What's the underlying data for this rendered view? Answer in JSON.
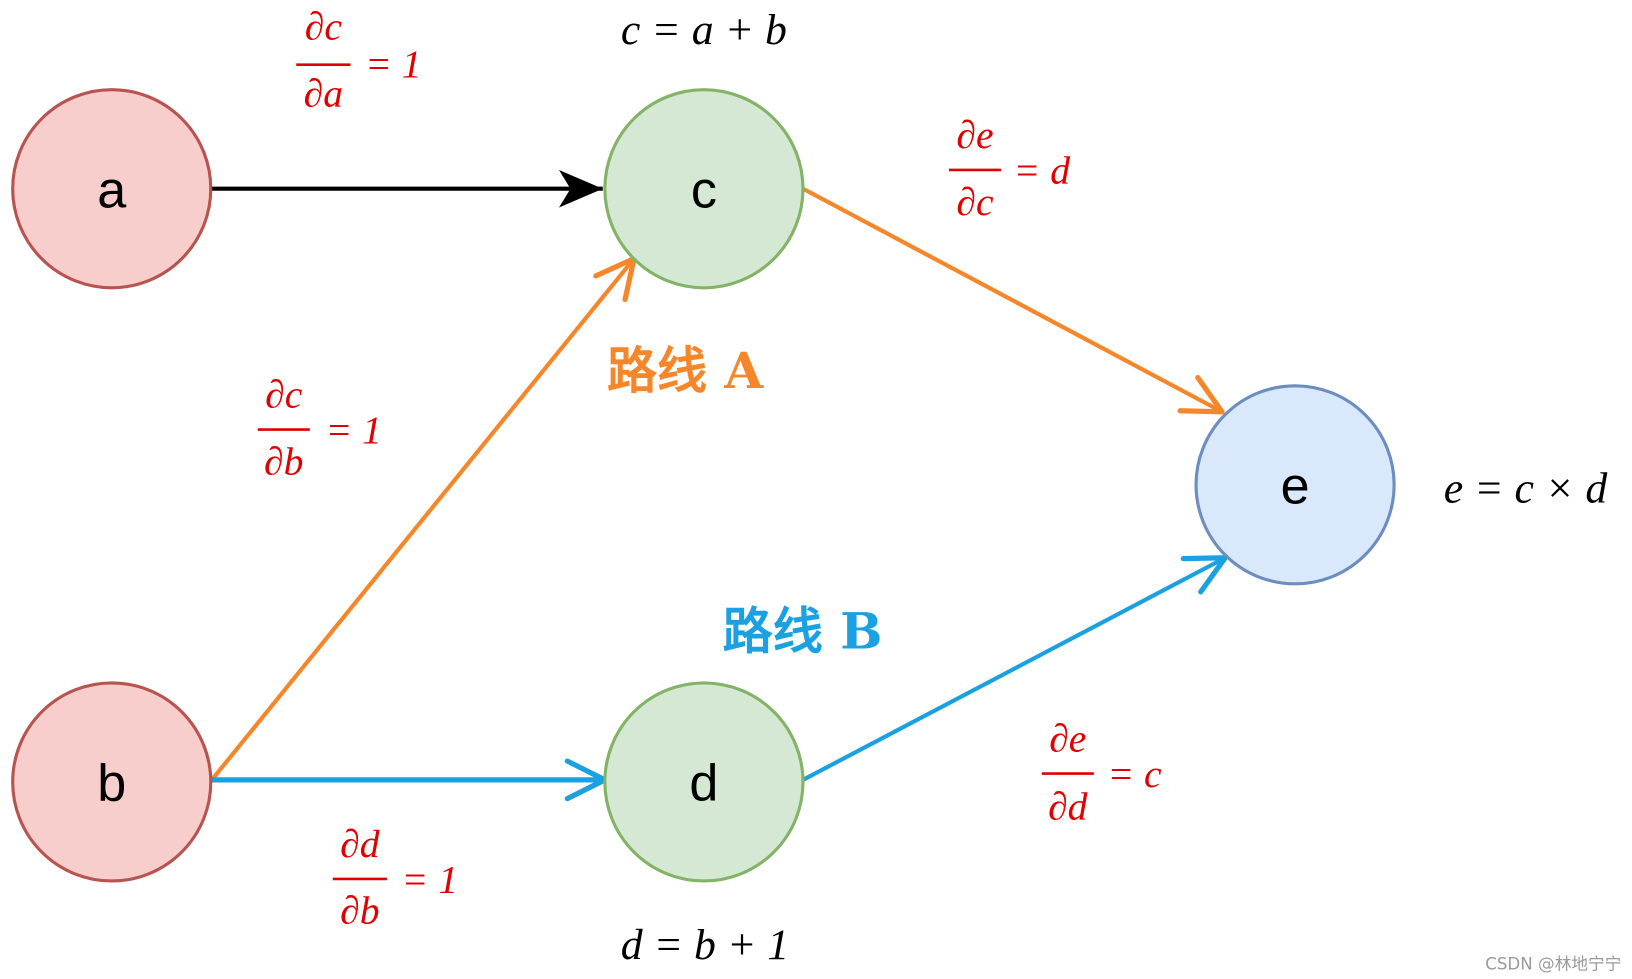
{
  "nodes": {
    "a": {
      "label": "a"
    },
    "b": {
      "label": "b"
    },
    "c": {
      "label": "c"
    },
    "d": {
      "label": "d"
    },
    "e": {
      "label": "e"
    }
  },
  "colors": {
    "input_fill": "#f8cecc",
    "input_stroke": "#b85450",
    "intermediate_fill": "#d5e8d4",
    "intermediate_stroke": "#82b366",
    "output_fill": "#dae8fc",
    "output_stroke": "#6c8ebf",
    "edge_default": "#000000",
    "path_a": "#f5872a",
    "path_b": "#1ba1e2",
    "derivative_text": "#e00000",
    "formula_text": "#000000",
    "watermark_text": "#9a9a9a"
  },
  "formulas": {
    "c": "c = a + b",
    "d": "d = b + 1",
    "e": "e = c × d"
  },
  "derivatives": {
    "dc_da": {
      "numerator": "∂c",
      "denominator": "∂a",
      "rhs": "= 1"
    },
    "dc_db": {
      "numerator": "∂c",
      "denominator": "∂b",
      "rhs": "= 1"
    },
    "dd_db": {
      "numerator": "∂d",
      "denominator": "∂b",
      "rhs": "= 1"
    },
    "de_dc": {
      "numerator": "∂e",
      "denominator": "∂c",
      "rhs": "= d"
    },
    "de_dd": {
      "numerator": "∂e",
      "denominator": "∂d",
      "rhs": "= c"
    }
  },
  "routes": {
    "a": "路线 A",
    "b": "路线 B"
  },
  "watermark": "CSDN @林地宁宁"
}
